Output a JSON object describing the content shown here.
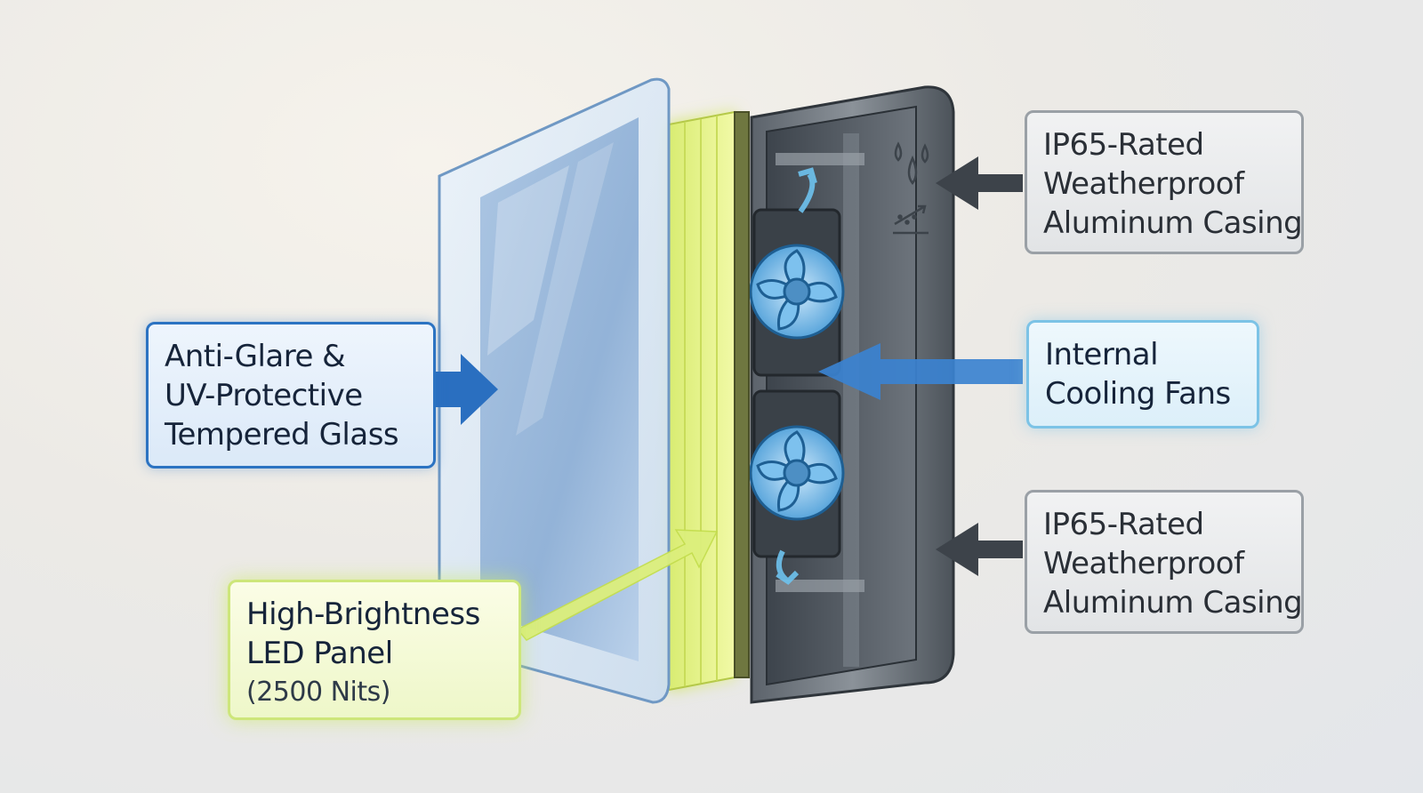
{
  "labels": {
    "glass": [
      "Anti-Glare &",
      "UV-Protective",
      "Tempered Glass"
    ],
    "led": [
      "High-Brightness",
      "LED Panel"
    ],
    "led_sub": "(2500 Nits)",
    "fans": [
      "Internal",
      "Cooling Fans"
    ],
    "casing_top": [
      "IP65-Rated",
      "Weatherproof",
      "Aluminum Casing"
    ],
    "casing_bottom": [
      "IP65-Rated",
      "Weatherproof",
      "Aluminum Casing"
    ]
  },
  "colors": {
    "glass_accent": "#2c73c2",
    "led_accent": "#cde67a",
    "fans_accent": "#7cc3e6",
    "casing_accent": "#9aa0a6",
    "text": "#16243a"
  },
  "icons": [
    "water-drops-icon",
    "dust-protection-icon",
    "airflow-arrow-icon",
    "cooling-fan-icon"
  ]
}
